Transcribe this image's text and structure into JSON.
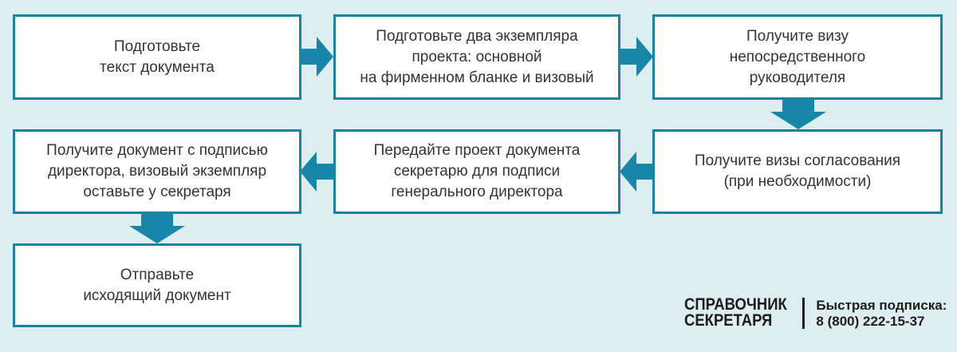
{
  "diagram": {
    "type": "flowchart",
    "language": "ru",
    "steps": [
      {
        "id": 1,
        "lines": [
          "Подготовьте",
          "текст документа"
        ]
      },
      {
        "id": 2,
        "lines": [
          "Подготовьте два экземпляра",
          "проекта: основной",
          "на фирменном бланке и визовый"
        ]
      },
      {
        "id": 3,
        "lines": [
          "Получите визу",
          "непосредственного",
          "руководителя"
        ]
      },
      {
        "id": 4,
        "lines": [
          "Получите визы согласования",
          "(при необходимости)"
        ]
      },
      {
        "id": 5,
        "lines": [
          "Передайте проект документа",
          "секретарю для подписи",
          "генерального директора"
        ]
      },
      {
        "id": 6,
        "lines": [
          "Получите документ с подписью",
          "директора, визовый экземпляр",
          "оставьте у секретаря"
        ]
      },
      {
        "id": 7,
        "lines": [
          "Отправьте",
          "исходящий документ"
        ]
      }
    ],
    "connections": [
      {
        "from": 1,
        "to": 2,
        "direction": "right"
      },
      {
        "from": 2,
        "to": 3,
        "direction": "right"
      },
      {
        "from": 3,
        "to": 4,
        "direction": "down"
      },
      {
        "from": 4,
        "to": 5,
        "direction": "left"
      },
      {
        "from": 5,
        "to": 6,
        "direction": "left"
      },
      {
        "from": 6,
        "to": 7,
        "direction": "down"
      }
    ]
  },
  "footer": {
    "brand_line1": "Справочник",
    "brand_line2": "Секретаря",
    "subscription_label": "Быстрая подписка:",
    "phone": "8 (800) 222-15-37"
  },
  "colors": {
    "background": "#ddeef0",
    "accent_teal": "#1786a8",
    "box_border": "#1a82a3",
    "box_fill": "#ffffff",
    "box_text": "#333333",
    "brand_text": "#1d1d1b"
  }
}
